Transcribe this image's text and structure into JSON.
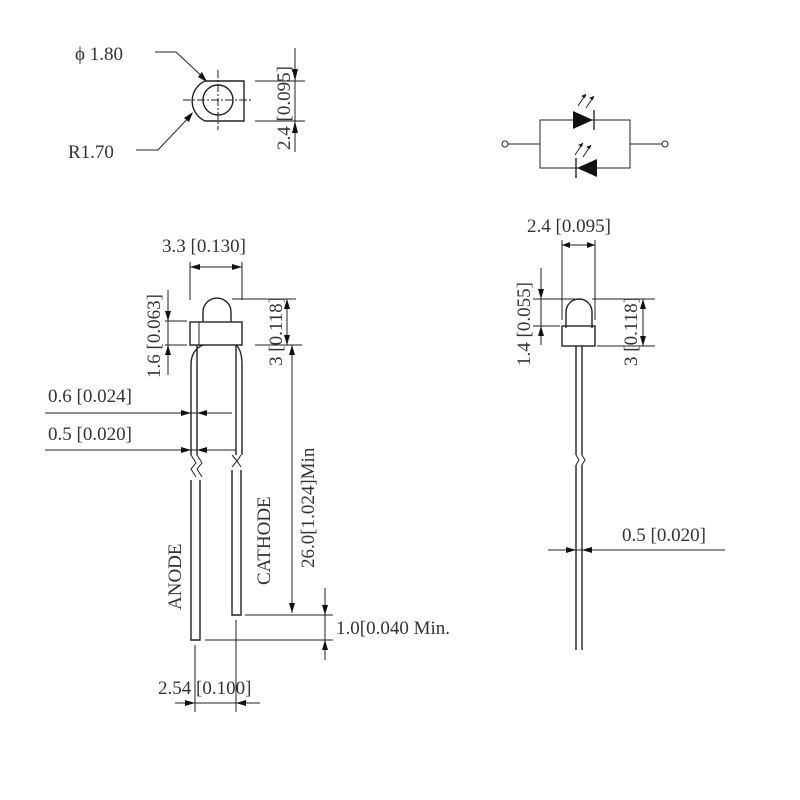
{
  "top_view": {
    "diameter_label": "ϕ 1.80",
    "radius_label": "R1.70",
    "width_label": "2.4 [0.095]"
  },
  "schematic": {
    "symbol": "bi-color-led-antiparallel"
  },
  "side_view": {
    "body_width_label": "3.3 [0.130]",
    "flange_height_label": "1.6 [0.063]",
    "dome_height_label": "3 [0.118]",
    "lead_width_label": "0.6 [0.024]",
    "lead_thickness_label": "0.5 [0.020]",
    "lead_length_label": "26.0[1.024]Min",
    "anode_label": "ANODE",
    "cathode_label": "CATHODE",
    "lead_offset_label": "1.0[0.040 Min.",
    "pitch_label": "2.54 [0.100]"
  },
  "end_view": {
    "body_width_label": "2.4 [0.095]",
    "dome_height_label": "1.4 [0.055]",
    "total_height_label": "3 [0.118]",
    "lead_thickness_label": "0.5 [0.020]"
  }
}
